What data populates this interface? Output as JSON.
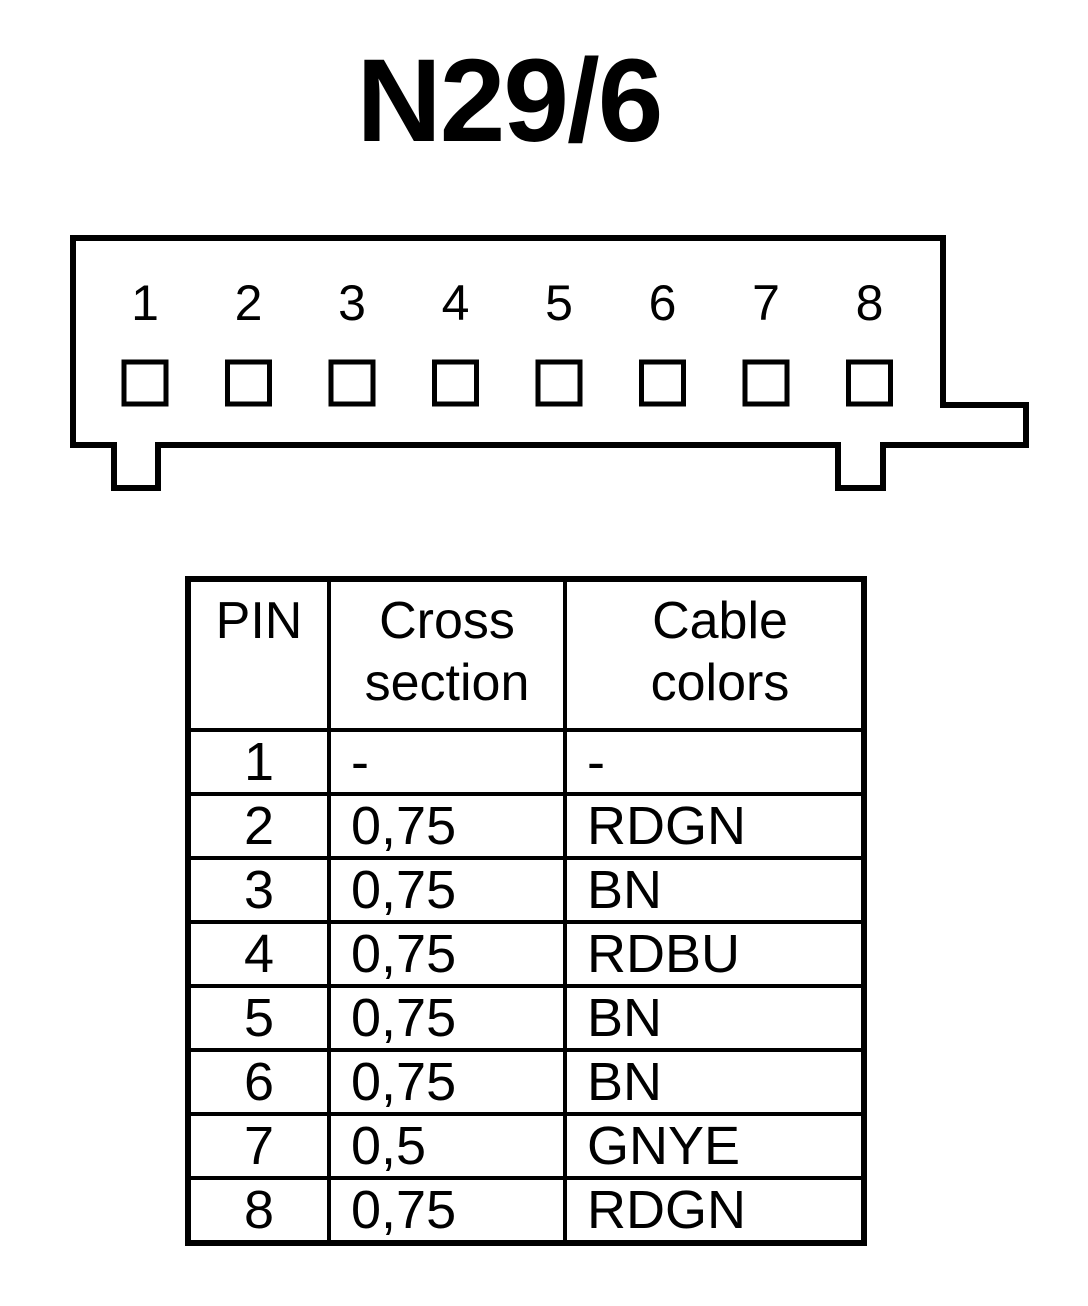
{
  "title": "N29/6",
  "connector": {
    "pins": [
      "1",
      "2",
      "3",
      "4",
      "5",
      "6",
      "7",
      "8"
    ]
  },
  "table": {
    "headers": {
      "pin": "PIN",
      "cross_line1": "Cross",
      "cross_line2": "section",
      "color_line1": "Cable",
      "color_line2": "colors"
    },
    "rows": [
      {
        "pin": "1",
        "cross": "-",
        "color": "-"
      },
      {
        "pin": "2",
        "cross": "0,75",
        "color": "RDGN"
      },
      {
        "pin": "3",
        "cross": "0,75",
        "color": "BN"
      },
      {
        "pin": "4",
        "cross": "0,75",
        "color": "RDBU"
      },
      {
        "pin": "5",
        "cross": "0,75",
        "color": "BN"
      },
      {
        "pin": "6",
        "cross": "0,75",
        "color": "BN"
      },
      {
        "pin": "7",
        "cross": "0,5",
        "color": "GNYE"
      },
      {
        "pin": "8",
        "cross": "0,75",
        "color": "RDGN"
      }
    ]
  }
}
